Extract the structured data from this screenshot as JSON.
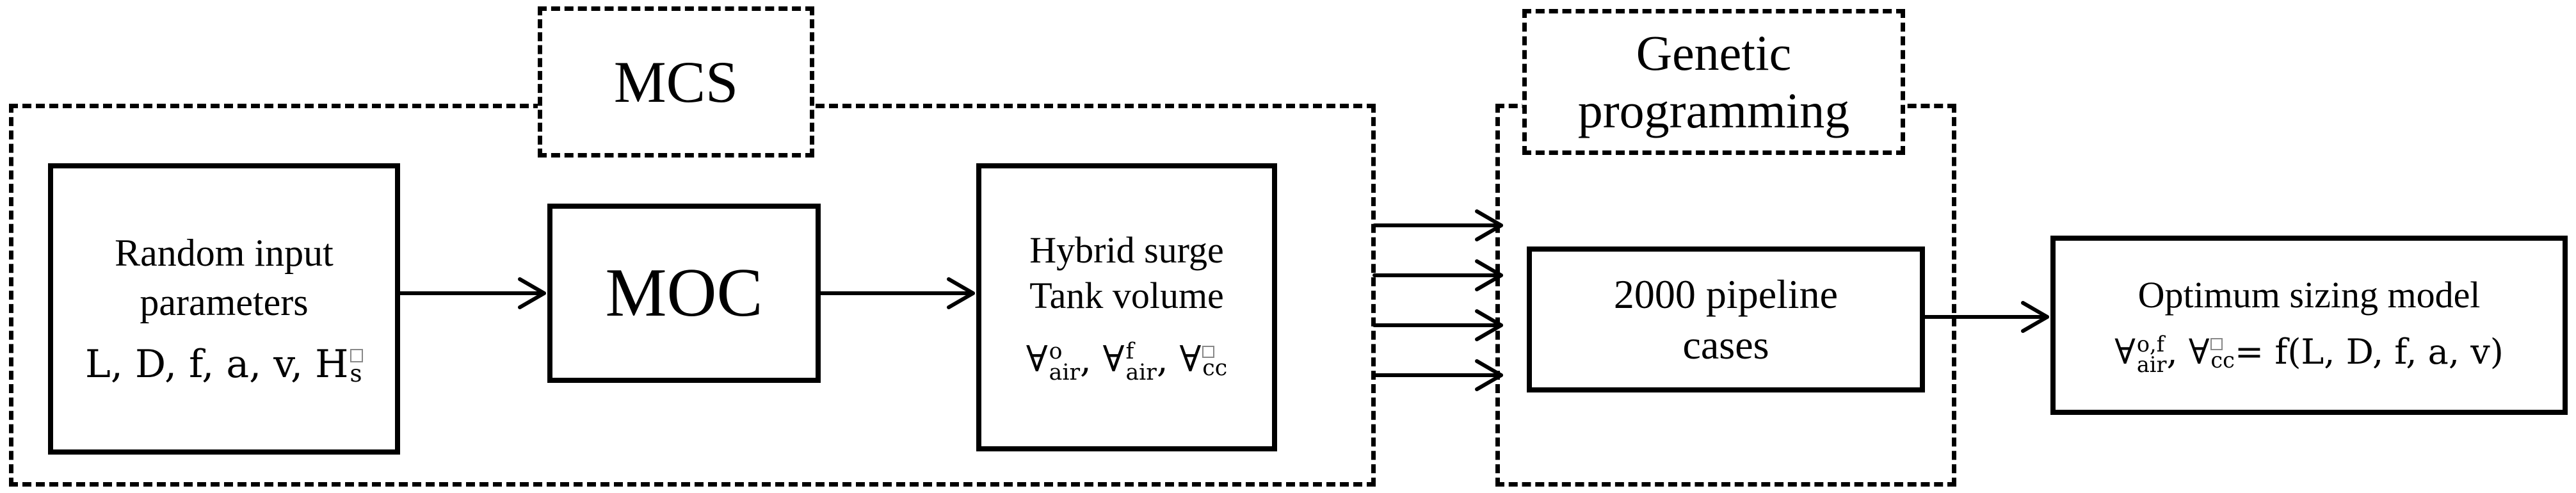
{
  "mcs": {
    "label": "MCS"
  },
  "gp": {
    "label_line1": "Genetic",
    "label_line2": "programming"
  },
  "random_box": {
    "line1": "Random input",
    "line2": "parameters",
    "params_text": "L, D, f, a, v, H",
    "params_sub": "s"
  },
  "moc_box": {
    "label": "MOC"
  },
  "hybrid_box": {
    "line1": "Hybrid surge",
    "line2": "Tank volume",
    "v1_sup": "o",
    "v1_sub": "air",
    "v2_sup": "f",
    "v2_sub": "air",
    "v3_sub": "cc",
    "symbol": "∀"
  },
  "pipeline_box": {
    "line1": "2000 pipeline",
    "line2": "cases"
  },
  "optimum_box": {
    "title": "Optimum sizing model",
    "v1_sup": "o,f",
    "v1_sub": "air",
    "v2_sub": "cc",
    "rhs": "= f(L, D, f, a, v)",
    "symbol": "∀"
  }
}
